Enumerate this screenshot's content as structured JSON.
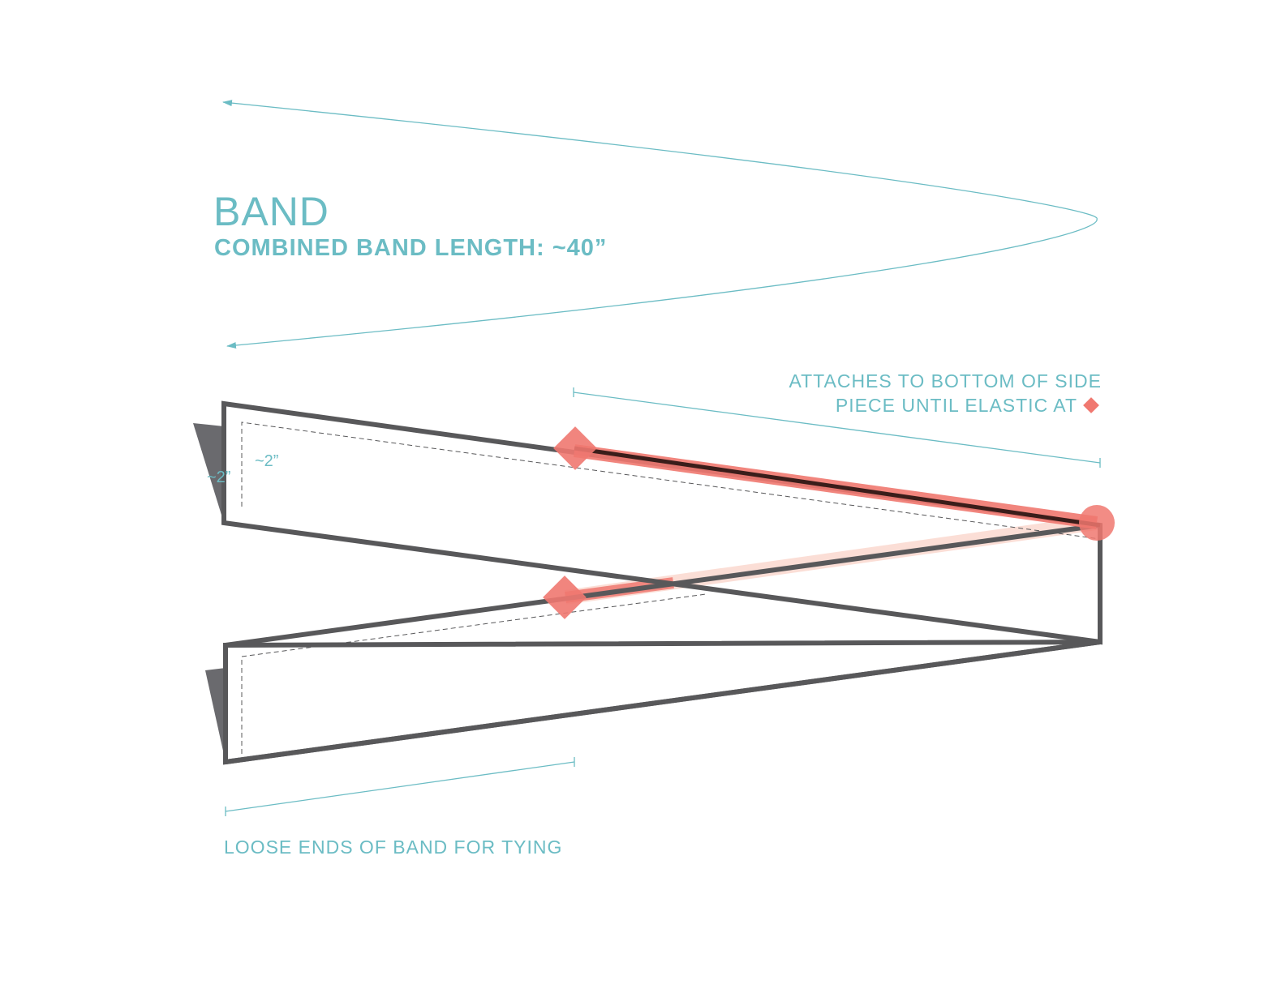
{
  "title": "BAND",
  "subtitle": "COMBINED BAND LENGTH: ~40”",
  "annotations": {
    "attach_line1": "ATTACHES TO BOTTOM OF SIDE",
    "attach_line2": "PIECE UNTIL ELASTIC AT",
    "loose_ends": "LOOSE ENDS OF BAND FOR TYING",
    "seam_allowance_outer": "~2”",
    "seam_allowance_inner": "~2”"
  },
  "colors": {
    "accent_text": "#6bbcc4",
    "band_outline": "#58585a",
    "band_fold_shadow": "#6a6a6e",
    "elastic_marker": "#f07870",
    "attach_highlight": "#f08070",
    "attach_highlight_faded": "#fbd9cf"
  },
  "icons": {
    "elastic_marker": "diamond-icon",
    "fold_point": "circle-marker-icon"
  }
}
